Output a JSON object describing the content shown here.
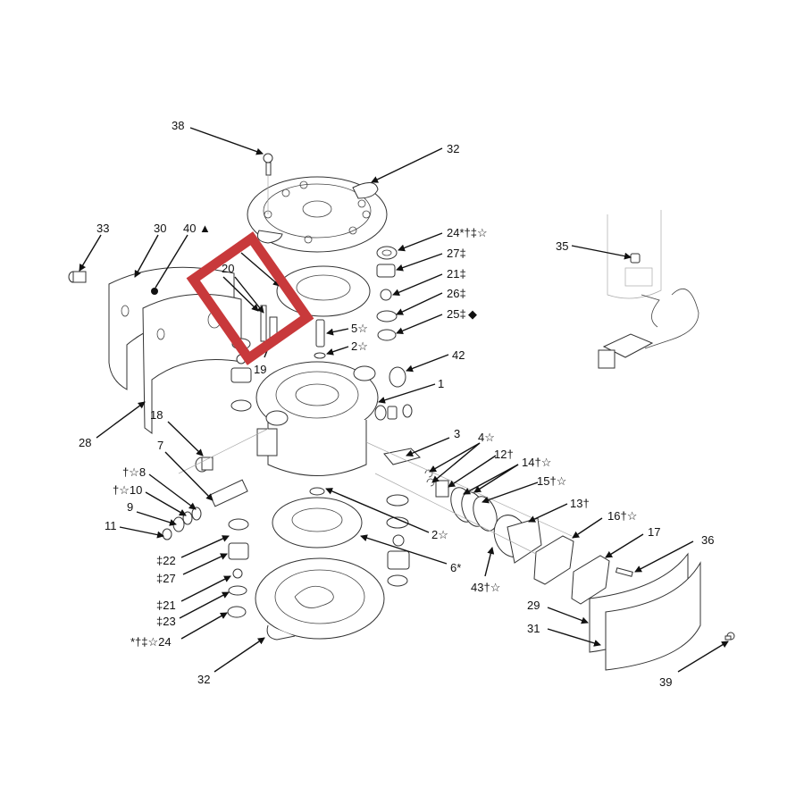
{
  "title": "Pump exploded parts diagram",
  "highlight": {
    "color": "#c8393b",
    "labels": [
      "20"
    ]
  },
  "callouts": [
    {
      "id": "38",
      "text": "38"
    },
    {
      "id": "32-top",
      "text": "32"
    },
    {
      "id": "33",
      "text": "33"
    },
    {
      "id": "30",
      "text": "30"
    },
    {
      "id": "40",
      "text": "40",
      "mark": "▲"
    },
    {
      "id": "20",
      "text": "20"
    },
    {
      "id": "19",
      "text": "19"
    },
    {
      "id": "24-right",
      "text": "24*†‡☆"
    },
    {
      "id": "27-right",
      "text": "27‡"
    },
    {
      "id": "21-right",
      "text": "21‡"
    },
    {
      "id": "26",
      "text": "26‡"
    },
    {
      "id": "25",
      "text": "25‡",
      "mark": "◆"
    },
    {
      "id": "5",
      "text": "5☆"
    },
    {
      "id": "2-top",
      "text": "2☆"
    },
    {
      "id": "42",
      "text": "42"
    },
    {
      "id": "1",
      "text": "1"
    },
    {
      "id": "35",
      "text": "35"
    },
    {
      "id": "28",
      "text": "28"
    },
    {
      "id": "18",
      "text": "18"
    },
    {
      "id": "7",
      "text": "7"
    },
    {
      "id": "8",
      "text": "†☆8"
    },
    {
      "id": "10",
      "text": "†☆10"
    },
    {
      "id": "9",
      "text": "9"
    },
    {
      "id": "11",
      "text": "11"
    },
    {
      "id": "3",
      "text": "3"
    },
    {
      "id": "4",
      "text": "4☆"
    },
    {
      "id": "12",
      "text": "12†"
    },
    {
      "id": "14",
      "text": "14†☆"
    },
    {
      "id": "15",
      "text": "15†☆"
    },
    {
      "id": "13",
      "text": "13†"
    },
    {
      "id": "16",
      "text": "16†☆"
    },
    {
      "id": "17",
      "text": "17"
    },
    {
      "id": "36",
      "text": "36"
    },
    {
      "id": "2-bottom",
      "text": "2☆"
    },
    {
      "id": "6",
      "text": "6*"
    },
    {
      "id": "43",
      "text": "43†☆"
    },
    {
      "id": "22",
      "text": "‡22"
    },
    {
      "id": "27-left",
      "text": "‡27"
    },
    {
      "id": "21-left",
      "text": "‡21"
    },
    {
      "id": "23",
      "text": "‡23"
    },
    {
      "id": "24-left",
      "text": "*†‡☆24"
    },
    {
      "id": "32-bottom",
      "text": "32"
    },
    {
      "id": "29",
      "text": "29"
    },
    {
      "id": "31",
      "text": "31"
    },
    {
      "id": "39",
      "text": "39"
    }
  ]
}
